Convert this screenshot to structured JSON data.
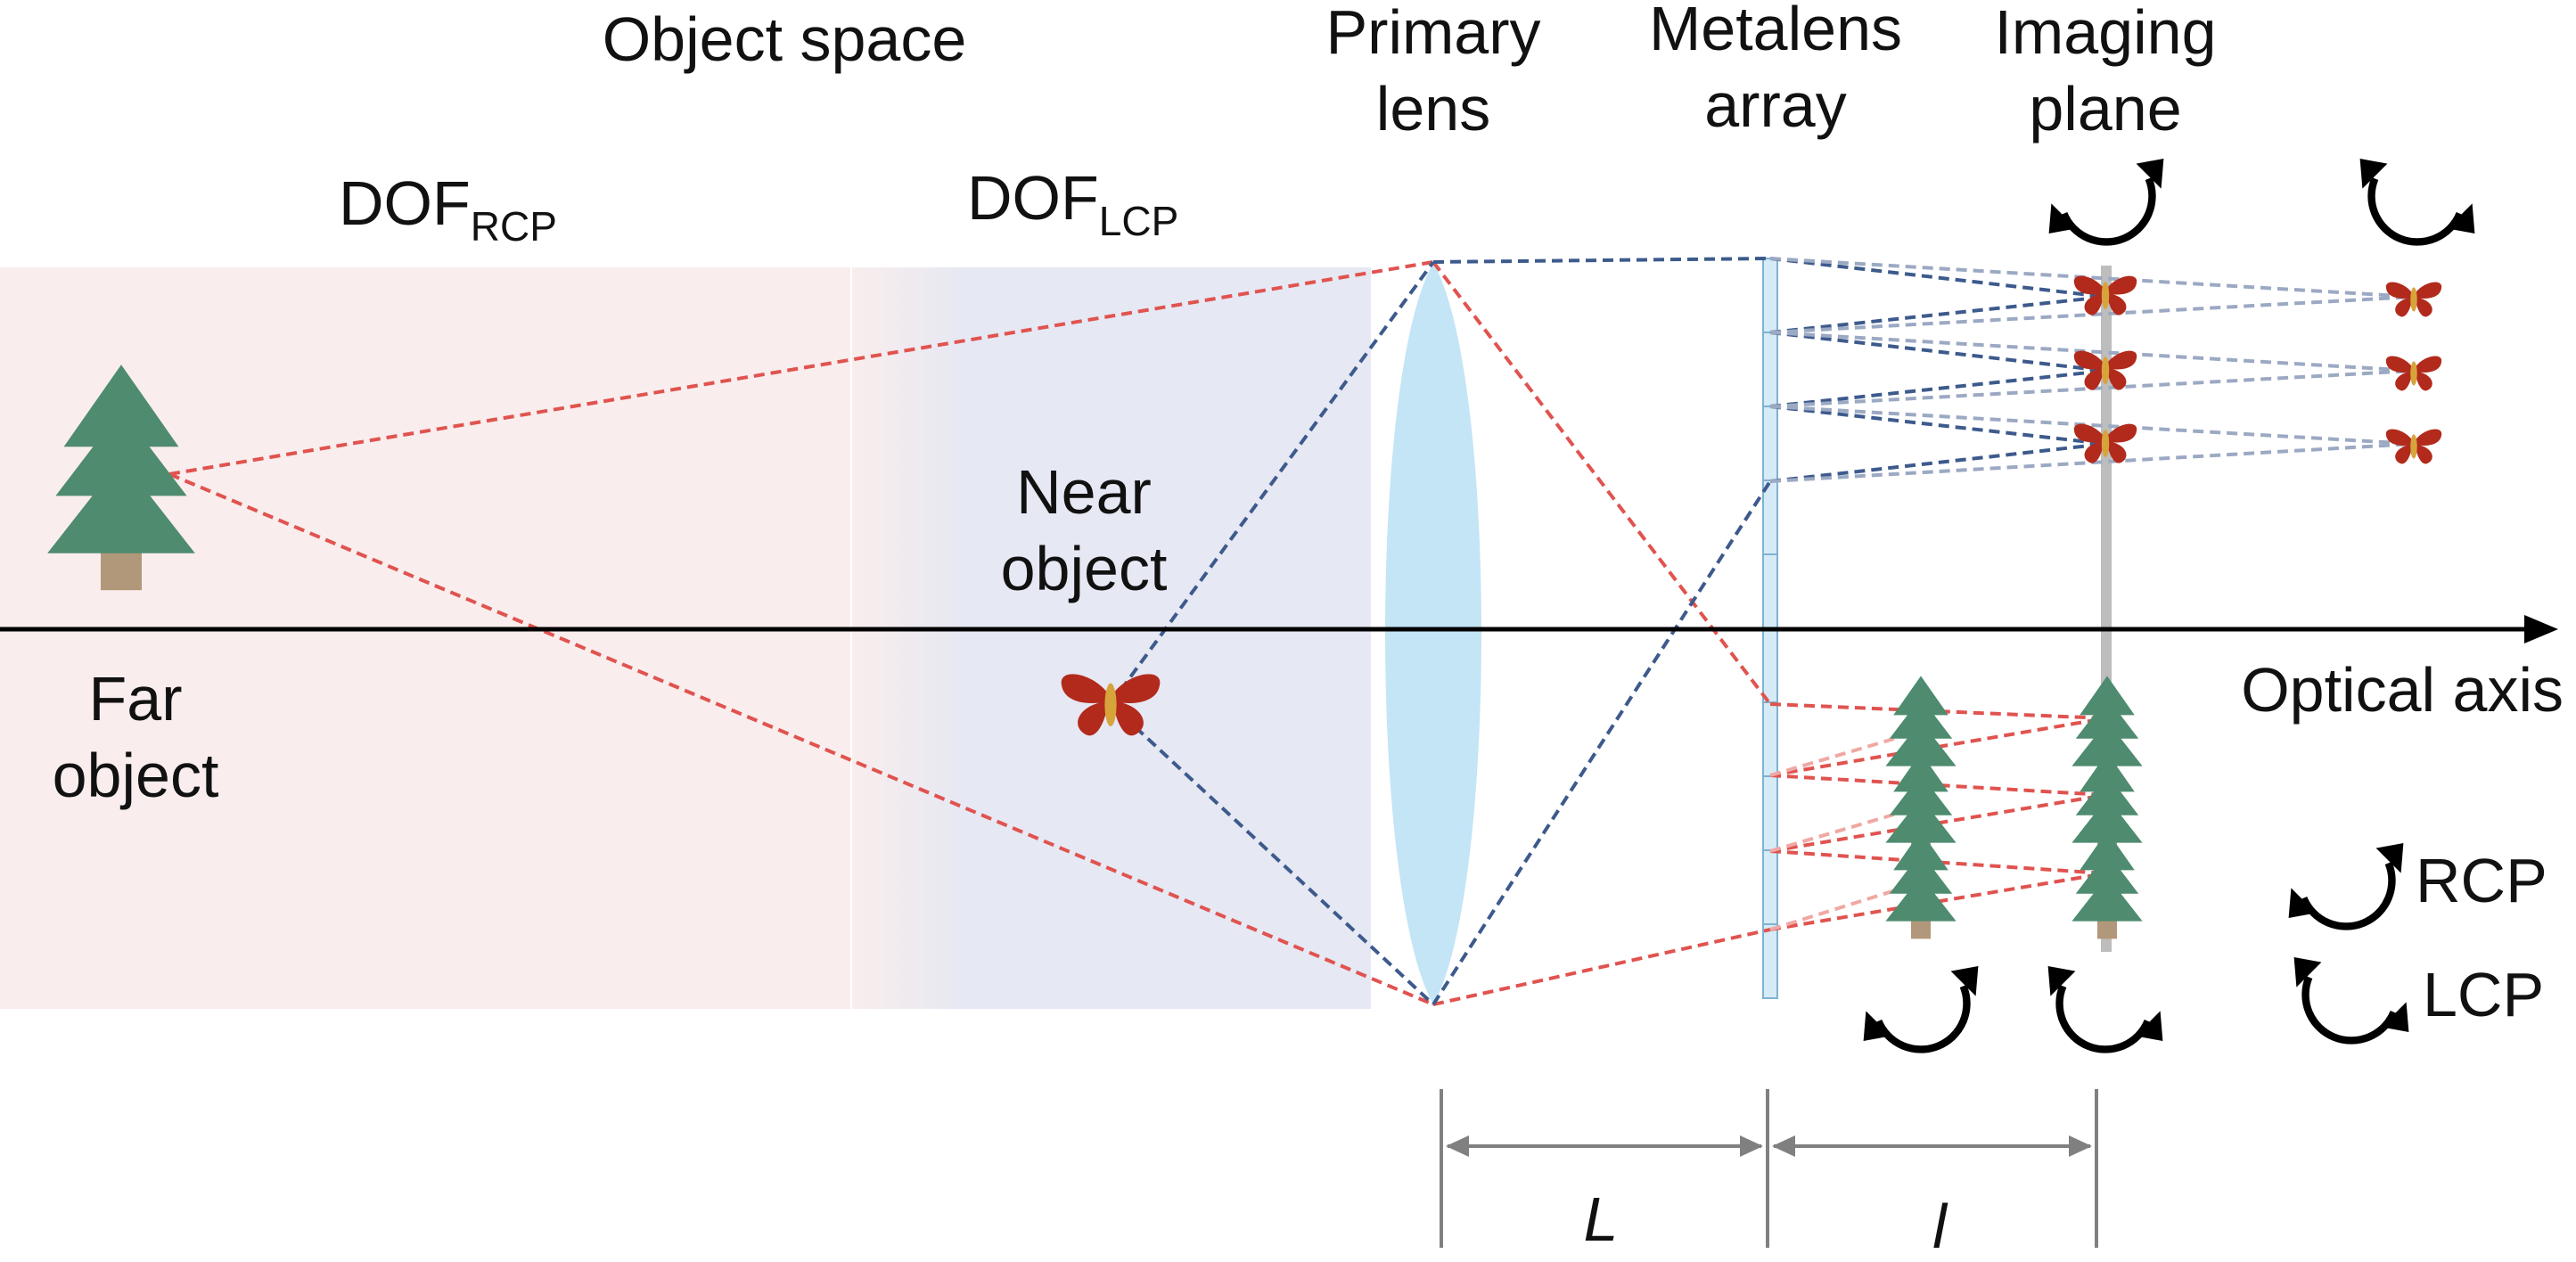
{
  "labels": {
    "object_space": "Object space",
    "dof_rcp_main": "DOF",
    "dof_rcp_sub": "RCP",
    "dof_lcp_main": "DOF",
    "dof_lcp_sub": "LCP",
    "primary_lens_l1": "Primary",
    "primary_lens_l2": "lens",
    "metalens_l1": "Metalens",
    "metalens_l2": "array",
    "imaging_l1": "Imaging",
    "imaging_l2": "plane",
    "near_object_l1": "Near",
    "near_object_l2": "object",
    "far_object_l1": "Far",
    "far_object_l2": "object",
    "optical_axis": "Optical axis",
    "legend_rcp": "RCP",
    "legend_lcp": "LCP",
    "dim_L": "L",
    "dim_l": "l"
  },
  "icons": {
    "tree": "tree-icon",
    "butterfly": "butterfly-icon",
    "rcp": "rcp-circular-arrow-icon",
    "lcp": "lcp-circular-arrow-icon"
  },
  "colors": {
    "rcp_region": "#f9eded",
    "lcp_region": "#e6e8f3",
    "lens_fill": "#c3e5f6",
    "metalens_fill": "#d5ebf7",
    "red_ray": "#e0534f",
    "blue_ray": "#3d5a8c",
    "tree_green": "#4e8b6f",
    "tree_trunk": "#b2987a",
    "butterfly_red": "#b22a1b",
    "butterfly_body": "#d7a43c",
    "dimension_gray": "#808080"
  }
}
